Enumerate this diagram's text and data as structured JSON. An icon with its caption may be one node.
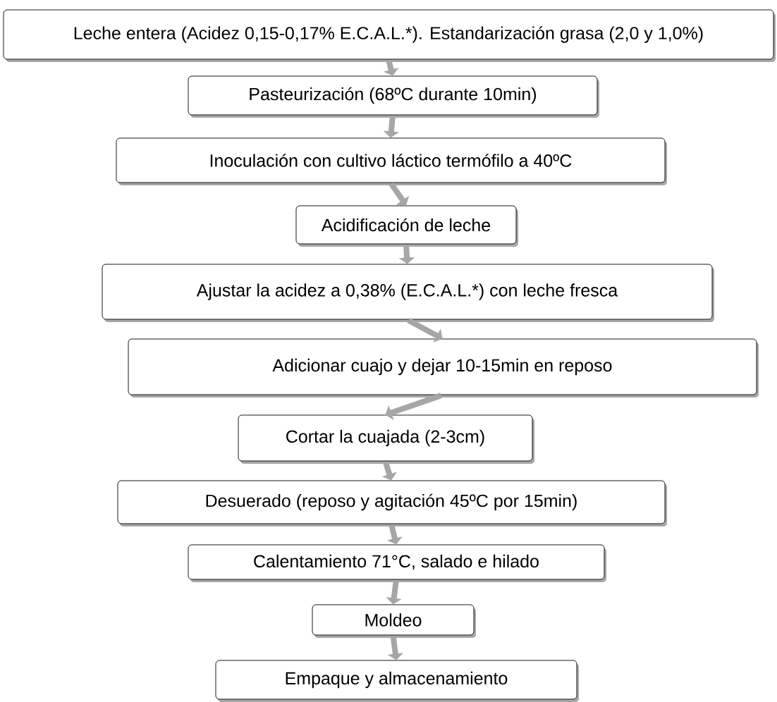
{
  "diagram": {
    "nodes": [
      {
        "text": [
          "Leche entera (Acidez 0,15-0,17% E.C.A.L.*). Estandarización grasa (2,0 y 1,0%)"
        ]
      },
      {
        "text": [
          "Pasteurización (68ºC durante 10min)"
        ]
      },
      {
        "text": [
          "Inoculación con cultivo láctico termófilo a  40ºC"
        ]
      },
      {
        "text": [
          "Acidificación de leche"
        ]
      },
      {
        "text": [
          "Ajustar la acidez a 0,38% (E.C.A.L.*) con leche fresca"
        ]
      },
      {
        "text": [
          "Adicionar cuajo y dejar 10-15min en reposo"
        ]
      },
      {
        "text": [
          "Cortar la cuajada (2-3cm)"
        ]
      },
      {
        "text": [
          "Desuerado (reposo y agitación 45ºC por 15min)"
        ]
      },
      {
        "text": [
          "Calentamiento 71°C, salado e hilado"
        ]
      },
      {
        "text": [
          "Moldeo"
        ]
      },
      {
        "text": [
          "Empaque y almacenamiento"
        ]
      }
    ],
    "edges": [
      {
        "from": 0,
        "to": 1,
        "arrow": "to"
      },
      {
        "from": 1,
        "to": 2,
        "arrow": "to"
      },
      {
        "from": 2,
        "to": 3,
        "arrow": "to"
      },
      {
        "from": 3,
        "to": 4,
        "arrow": "to"
      },
      {
        "from": 4,
        "to": 5,
        "arrow": "to"
      },
      {
        "from": 5,
        "to": 6,
        "arrow": "to"
      },
      {
        "from": 6,
        "to": 7,
        "arrow": "to"
      },
      {
        "from": 7,
        "to": 8,
        "arrow": "to"
      },
      {
        "from": 8,
        "to": 9,
        "arrow": "to"
      },
      {
        "from": 9,
        "to": 10,
        "arrow": "to"
      }
    ]
  }
}
